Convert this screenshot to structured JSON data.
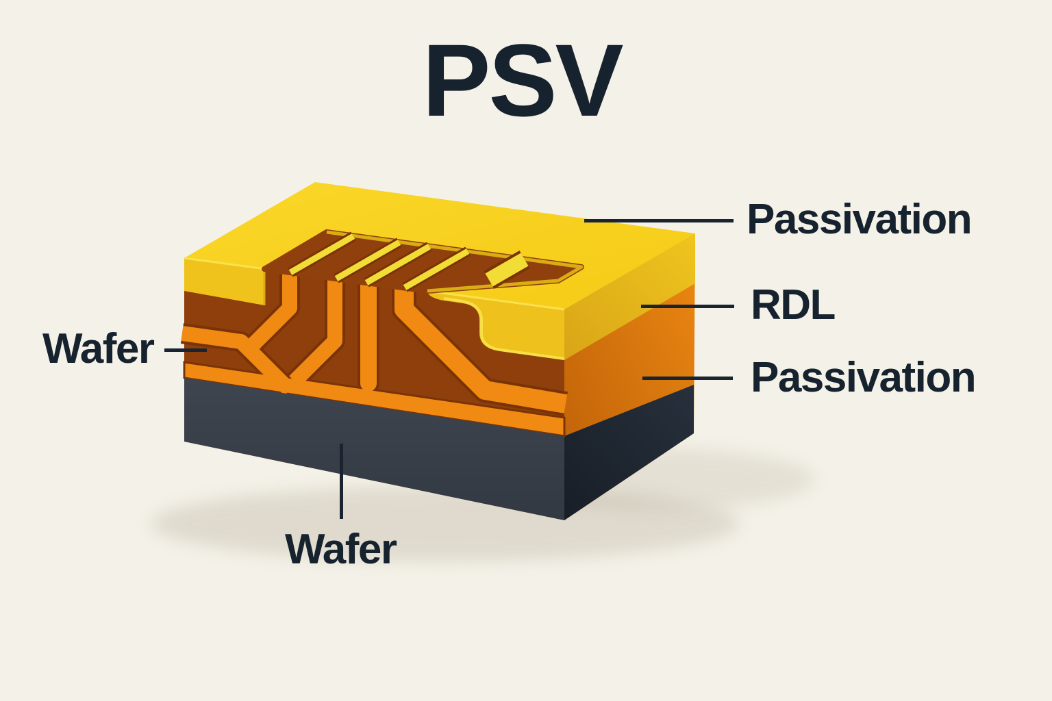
{
  "title": "PSV",
  "labels": {
    "passivation_top": "Passivation",
    "rdl": "RDL",
    "passivation_bottom": "Passivation",
    "wafer_left": "Wafer",
    "wafer_bottom": "Wafer"
  },
  "colors": {
    "background": "#F4F1E8",
    "text": "#16222E",
    "leader_line": "#1A2430",
    "passivation_yellow_top": "#F8D01B",
    "passivation_yellow_front": "#EEC11D",
    "rdl_trace_orange": "#F08A12",
    "trace_outline_brown": "#7A3307",
    "dielectric_brown": "#8F3F0C",
    "cutout_floor_brown": "#90400D",
    "side_orange": "#E8820F",
    "wafer_gray_front": "#3B424C",
    "wafer_gray_side": "#222A35"
  }
}
